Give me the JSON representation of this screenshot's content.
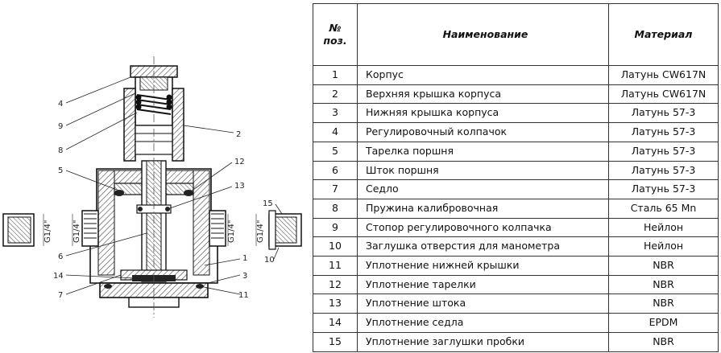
{
  "table": {
    "headers": {
      "number": "№\nпоз.",
      "name": "Наименование",
      "material": "Материал"
    },
    "rows": [
      {
        "no": "1",
        "name": "Корпус",
        "material": "Латунь CW617N"
      },
      {
        "no": "2",
        "name": "Верхняя крышка корпуса",
        "material": "Латунь CW617N"
      },
      {
        "no": "3",
        "name": "Нижняя крышка корпуса",
        "material": "Латунь 57-3"
      },
      {
        "no": "4",
        "name": "Регулировочный колпачок",
        "material": "Латунь 57-3"
      },
      {
        "no": "5",
        "name": "Тарелка поршня",
        "material": "Латунь 57-3"
      },
      {
        "no": "6",
        "name": "Шток поршня",
        "material": "Латунь 57-3"
      },
      {
        "no": "7",
        "name": "Седло",
        "material": "Латунь 57-3"
      },
      {
        "no": "8",
        "name": "Пружина калибровочная",
        "material": "Сталь 65 Mn"
      },
      {
        "no": "9",
        "name": "Стопор регулировочного колпачка",
        "material": "Нейлон"
      },
      {
        "no": "10",
        "name": "Заглушка отверстия для манометра",
        "material": "Нейлон"
      },
      {
        "no": "11",
        "name": "Уплотнение нижней крышки",
        "material": "NBR"
      },
      {
        "no": "12",
        "name": "Уплотнение тарелки",
        "material": "NBR"
      },
      {
        "no": "13",
        "name": "Уплотнение штока",
        "material": "NBR"
      },
      {
        "no": "14",
        "name": "Уплотнение седла",
        "material": "EPDM"
      },
      {
        "no": "15",
        "name": "Уплотнение заглушки пробки",
        "material": "NBR"
      }
    ]
  },
  "drawing": {
    "callouts": [
      "1",
      "2",
      "3",
      "4",
      "5",
      "6",
      "7",
      "8",
      "9",
      "10",
      "11",
      "12",
      "13",
      "14",
      "15"
    ],
    "thread_labels": [
      "G1/4\"",
      "G1/4\"",
      "G1/4\"",
      "G1/4\""
    ]
  }
}
